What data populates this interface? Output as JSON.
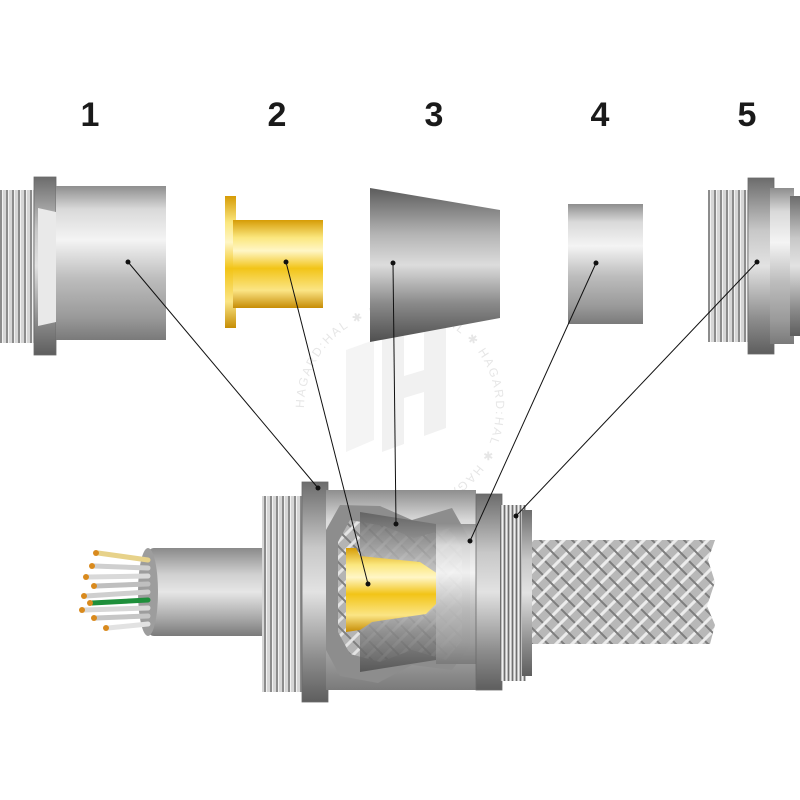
{
  "labels": [
    "1",
    "2",
    "3",
    "4",
    "5"
  ],
  "watermark": {
    "ring_text": "HAGARD:HAL ✱ HAGARD:HAL ✱ HAGARD:HAL ✱ HAGARD:HAL ✱ "
  },
  "colors": {
    "metal_light": "#e6e6e6",
    "metal_mid": "#b9b9b9",
    "metal_dark": "#7f7f7f",
    "brass_light": "#fff2a8",
    "brass_mid": "#f1c21a",
    "brass_dark": "#c58f06",
    "leader": "#111111"
  }
}
